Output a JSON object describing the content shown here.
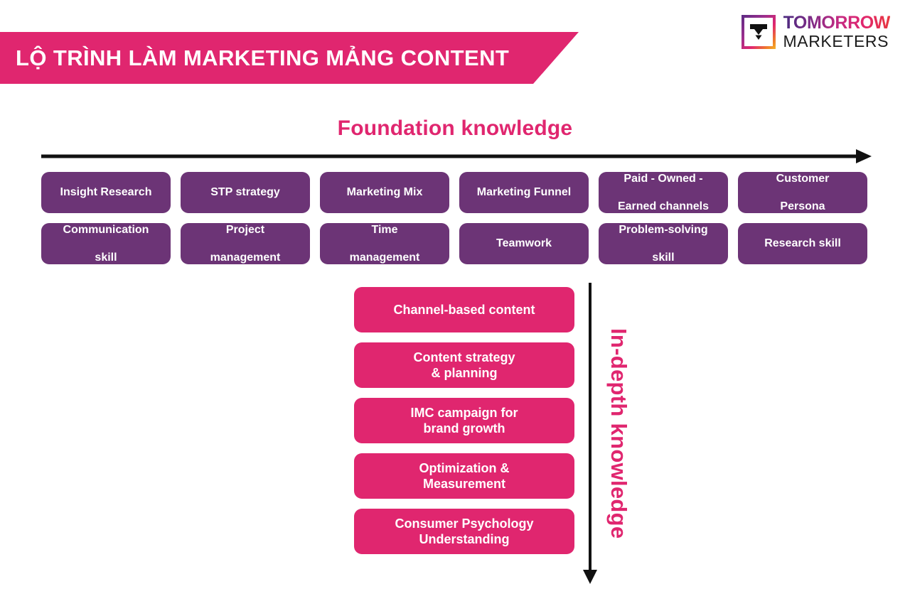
{
  "banner": {
    "title": "LỘ TRÌNH LÀM MARKETING MẢNG CONTENT",
    "color": "#e0266f"
  },
  "logo": {
    "top_word": "TOMORROW",
    "bottom_word": "MARKETERS",
    "mark_name": "tomorrow-marketers-mark"
  },
  "foundation": {
    "heading": "Foundation knowledge",
    "heading_color": "#e0266f",
    "chip_color": "#6c3476",
    "arrow_direction": "right",
    "items": [
      {
        "line1": "Insight Research",
        "line2": ""
      },
      {
        "line1": "STP strategy",
        "line2": ""
      },
      {
        "line1": "Marketing Mix",
        "line2": ""
      },
      {
        "line1": "Marketing Funnel",
        "line2": ""
      },
      {
        "line1": "Paid - Owned -",
        "line2": "Earned channels"
      },
      {
        "line1": "Customer",
        "line2": "Persona"
      },
      {
        "line1": "Communication",
        "line2": "skill"
      },
      {
        "line1": "Project",
        "line2": "management"
      },
      {
        "line1": "Time",
        "line2": "management"
      },
      {
        "line1": "Teamwork",
        "line2": ""
      },
      {
        "line1": "Problem-solving",
        "line2": "skill"
      },
      {
        "line1": "Research skill",
        "line2": ""
      }
    ]
  },
  "in_depth": {
    "label": "In-depth knowledge",
    "label_color": "#e0266f",
    "pill_color": "#e0266f",
    "arrow_direction": "down",
    "items": [
      {
        "line1": "Channel-based content",
        "line2": ""
      },
      {
        "line1": "Content strategy",
        "line2": "& planning"
      },
      {
        "line1": "IMC campaign for",
        "line2": "brand growth"
      },
      {
        "line1": "Optimization &",
        "line2": "Measurement"
      },
      {
        "line1": "Consumer Psychology",
        "line2": "Understanding"
      }
    ]
  }
}
